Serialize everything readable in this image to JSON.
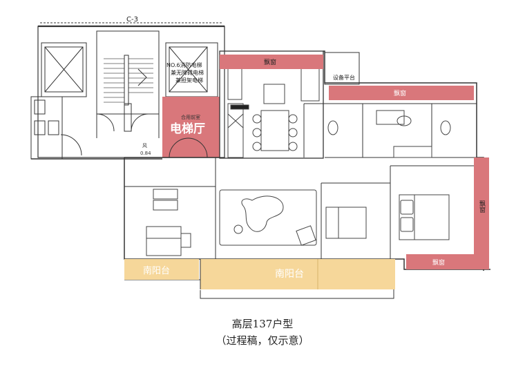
{
  "plan": {
    "stair_code": "C-3",
    "elevator_note_line1": "NO.6消防电梯",
    "elevator_note_line2": "兼无障碍电梯",
    "elevator_note_line3": "兼担架电梯",
    "elevator_hall_small": "合用前室",
    "elevator_hall_label": "电梯厅",
    "wind_label": "风",
    "wind_value": "0.84",
    "bay_window_top": "飘窗",
    "bay_window_bedroom": "飘窗",
    "bay_window_right": "飘窗",
    "bay_window_bottom": "飘窗",
    "equipment_platform": "设备平台",
    "balcony_small": "南阳台",
    "balcony_large": "南阳台"
  },
  "caption": {
    "title": "高层137户型",
    "subtitle": "（过程稿，仅示意）"
  },
  "colors": {
    "wall": "#333333",
    "bay_window": "#d9777b",
    "bay_window_text": "#ffffff",
    "elevator_hall": "#d9777b",
    "balcony": "#f6d79a",
    "balcony_text": "#ffffff"
  }
}
